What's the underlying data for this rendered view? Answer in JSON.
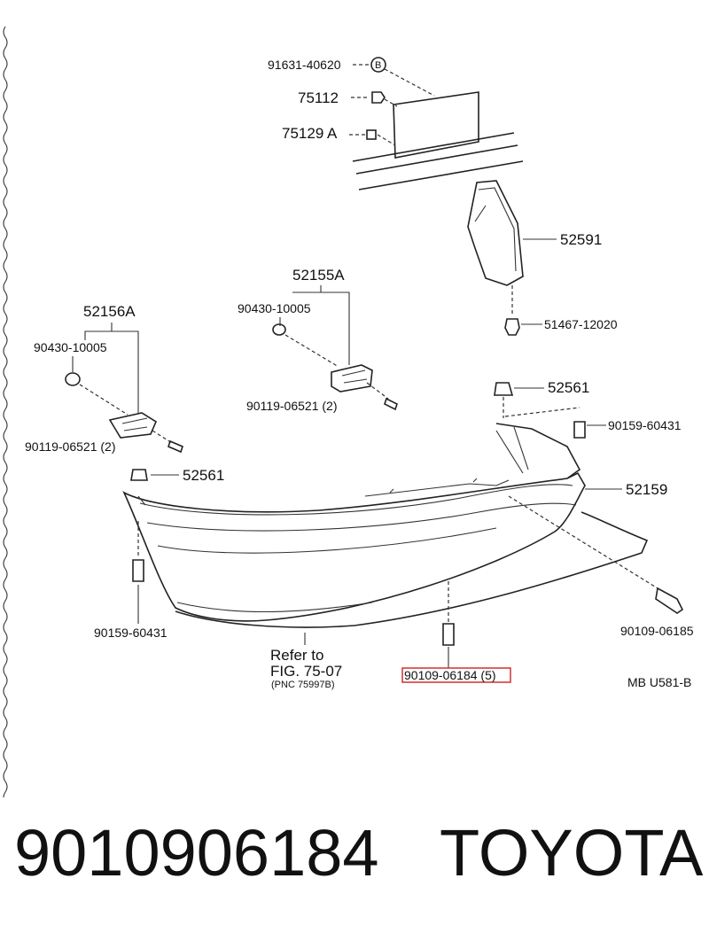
{
  "diagram": {
    "labels": {
      "p_91631": "91631-40620",
      "p_75112": "75112",
      "p_75129a": "75129 A",
      "p_52591": "52591",
      "p_52155a": "52155A",
      "p_52156a": "52156A",
      "p_90430_right": "90430-10005",
      "p_90430_left": "90430-10005",
      "p_51467": "51467-12020",
      "p_52561_right": "52561",
      "p_52561_left": "52561",
      "p_90119_right": "90119-06521 (2)",
      "p_90119_left": "90119-06521 (2)",
      "p_90159_right": "90159-60431",
      "p_90159_left": "90159-60431",
      "p_52159": "52159",
      "p_90109_06185": "90109-06185",
      "p_90109_06184_highlight": "90109-06184 (5)",
      "refer_line1": "Refer to",
      "refer_line2": "FIG. 75-07",
      "refer_line3": "(PNC 75997B)",
      "circle_b": "B",
      "code": "MB U581-B"
    }
  },
  "footer": {
    "part_number": "9010906184",
    "brand": "TOYOTA"
  },
  "colors": {
    "highlight": "#d0312d",
    "ink": "#222222"
  }
}
